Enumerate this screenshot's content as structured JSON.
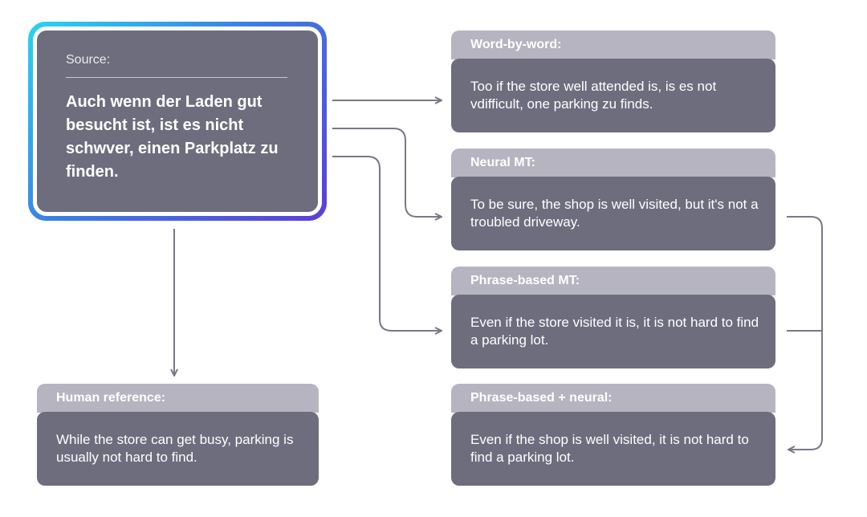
{
  "source": {
    "label": "Source:",
    "text": "Auch wenn der Laden gut besucht ist, ist es nicht schwver, einen Parkplatz zu finden."
  },
  "outputs": [
    {
      "title": "Word-by-word:",
      "text": "Too if the store well attended is, is es not vdifficult, one parking zu finds."
    },
    {
      "title": "Neural MT:",
      "text": "To be sure, the shop is well visited, but it's not a troubled driveway."
    },
    {
      "title": "Phrase-based MT:",
      "text": "Even if the store visited it is, it is not hard to find a parking lot."
    },
    {
      "title": "Phrase-based + neural:",
      "text": "Even if the shop is well visited, it is not hard to find a parking lot."
    }
  ],
  "human": {
    "title": "Human reference:",
    "text": "While the store can get busy, parking is usually not hard to find."
  },
  "colors": {
    "card": "#6e6d7e",
    "header": "#b5b4c0",
    "arrow": "#7a7887",
    "gradient_start": "#2ad4ef",
    "gradient_end": "#5d3ed8"
  }
}
